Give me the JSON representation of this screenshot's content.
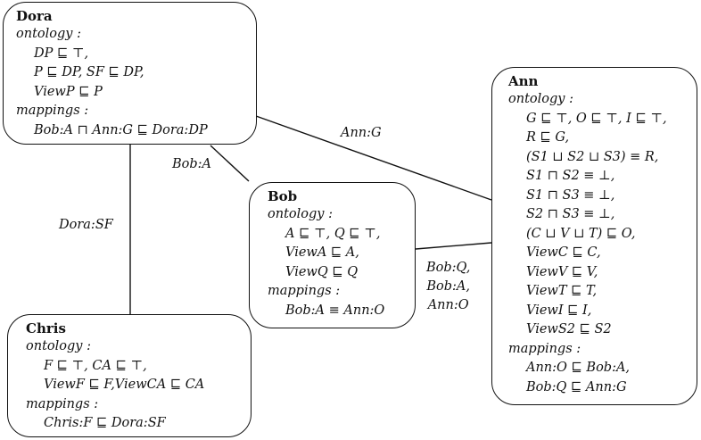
{
  "nodes": {
    "dora": {
      "name": "Dora",
      "ontology_label": "ontology :",
      "axioms": [
        "DP ⊑ ⊤,",
        "P ⊑ DP, SF ⊑ DP,",
        "ViewP ⊑ P"
      ],
      "mappings_label": "mappings :",
      "mappings": [
        "Bob:A ⊓ Ann:G ⊑ Dora:DP"
      ]
    },
    "bob": {
      "name": "Bob",
      "ontology_label": "ontology :",
      "axioms": [
        "A ⊑ ⊤, Q ⊑ ⊤,",
        "ViewA ⊑ A,",
        "ViewQ ⊑ Q"
      ],
      "mappings_label": "mappings :",
      "mappings": [
        "Bob:A ≡ Ann:O"
      ]
    },
    "chris": {
      "name": "Chris",
      "ontology_label": "ontology :",
      "axioms": [
        "F ⊑ ⊤, CA ⊑ ⊤,",
        "ViewF ⊑ F,ViewCA ⊑ CA"
      ],
      "mappings_label": "mappings :",
      "mappings": [
        "Chris:F ⊑ Dora:SF"
      ]
    },
    "ann": {
      "name": "Ann",
      "ontology_label": "ontology :",
      "axioms": [
        "G ⊑ ⊤, O ⊑ ⊤, I ⊑ ⊤,",
        "R ⊑ G,",
        "(S1 ⊔ S2 ⊔ S3) ≡ R,",
        "S1 ⊓ S2 ≡ ⊥,",
        "S1 ⊓ S3 ≡ ⊥,",
        "S2 ⊓ S3 ≡ ⊥,",
        "(C ⊔ V ⊔ T) ⊑ O,",
        "ViewC ⊑ C,",
        "ViewV ⊑ V,",
        "ViewT ⊑ T,",
        "ViewI ⊑ I,",
        "ViewS2 ⊑ S2"
      ],
      "mappings_label": "mappings :",
      "mappings": [
        "Ann:O ⊑ Bob:A,",
        "Bob:Q ⊑ Ann:G"
      ]
    }
  },
  "edges": {
    "dora_ann": "Ann:G",
    "dora_bob": "Bob:A",
    "dora_chris": "Dora:SF",
    "bob_ann": [
      "Bob:Q,",
      "Bob:A,",
      "Ann:O"
    ]
  }
}
